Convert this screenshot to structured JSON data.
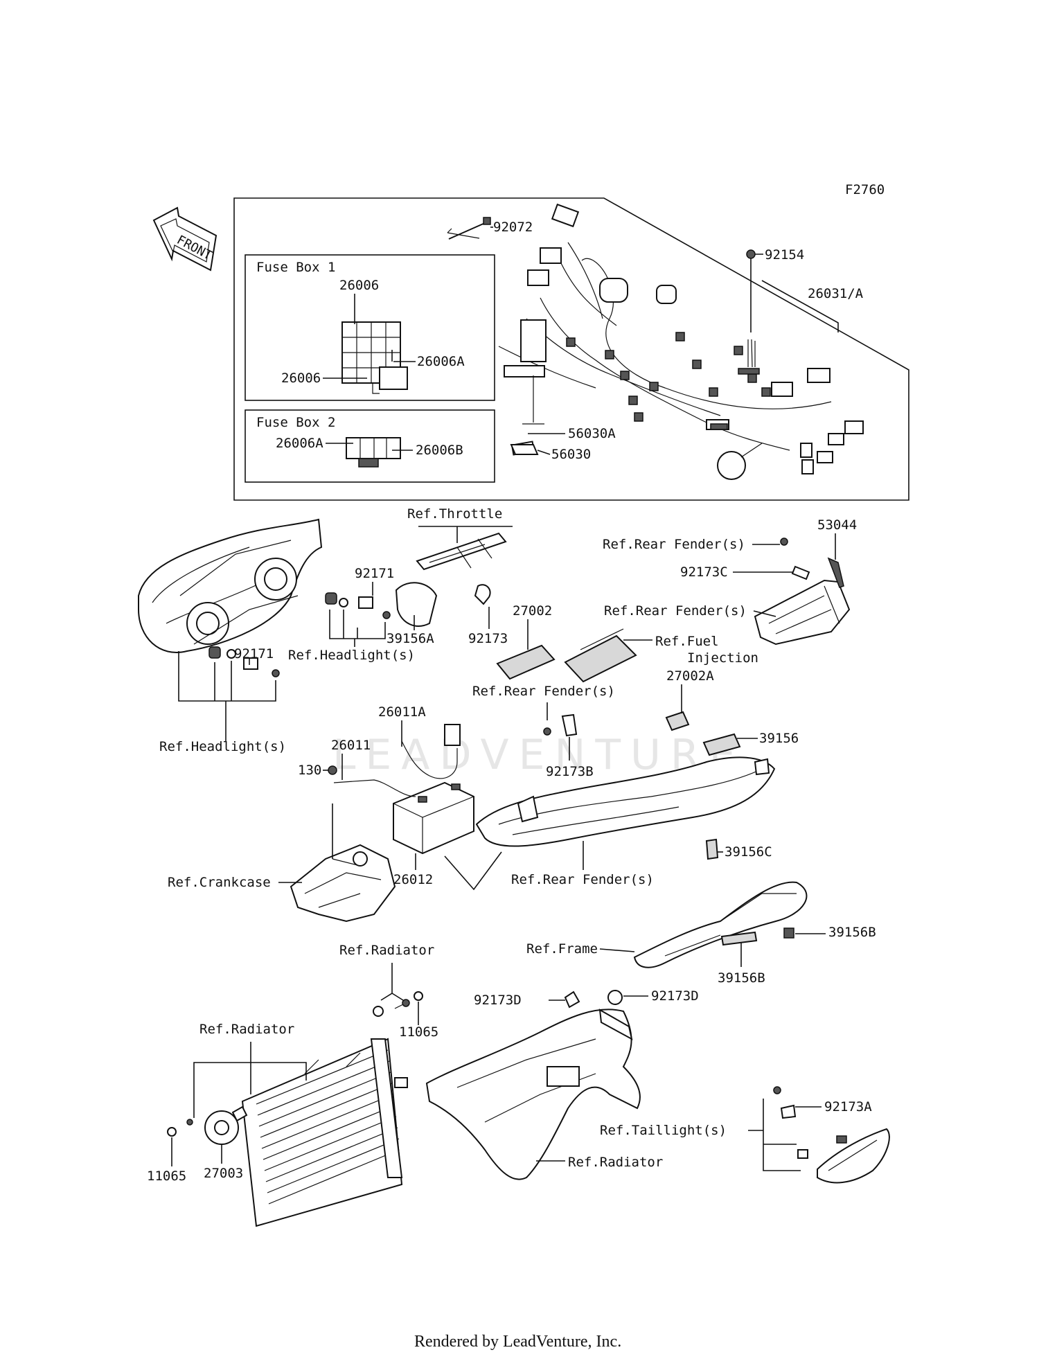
{
  "figure_id": "F2760",
  "front_badge": "FRONT",
  "watermark": "LEADVENTURE",
  "footer": "Rendered by LeadVenture, Inc.",
  "fuse_box_1": {
    "title": "Fuse Box 1",
    "labels": [
      "26006",
      "26006A",
      "26006"
    ]
  },
  "fuse_box_2": {
    "title": "Fuse Box 2",
    "labels": [
      "26006A",
      "26006B"
    ]
  },
  "harness_labels": [
    "92072",
    "92154",
    "26031/A",
    "56030A",
    "56030"
  ],
  "callouts": {
    "ref_throttle": "Ref.Throttle",
    "p92171_a": "92171",
    "p39156A": "39156A",
    "p92173": "92173",
    "p27002": "27002",
    "ref_headlight_a": "Ref.Headlight(s)",
    "p92171_b": "92171",
    "ref_headlight_b": "Ref.Headlight(s)",
    "ref_rear_fender_a": "Ref.Rear Fender(s)",
    "p53044": "53044",
    "p92173C": "92173C",
    "ref_rear_fender_b": "Ref.Rear Fender(s)",
    "ref_fuel_injection_1": "Ref.Fuel",
    "ref_fuel_injection_2": "Injection",
    "ref_rear_fender_c": "Ref.Rear Fender(s)",
    "p27002A": "27002A",
    "p26011A": "26011A",
    "p26011": "26011",
    "p130": "130",
    "p92173B": "92173B",
    "p39156": "39156",
    "p39156C": "39156C",
    "ref_crankcase": "Ref.Crankcase",
    "p26012": "26012",
    "ref_rear_fender_d": "Ref.Rear Fender(s)",
    "ref_frame": "Ref.Frame",
    "p39156B_a": "39156B",
    "p39156B_b": "39156B",
    "ref_radiator_a": "Ref.Radiator",
    "p11065_a": "11065",
    "ref_radiator_b": "Ref.Radiator",
    "p92173D_a": "92173D",
    "p92173D_b": "92173D",
    "p92173A": "92173A",
    "ref_taillight": "Ref.Taillight(s)",
    "ref_radiator_c": "Ref.Radiator",
    "p11065_b": "11065",
    "p27003": "27003"
  }
}
